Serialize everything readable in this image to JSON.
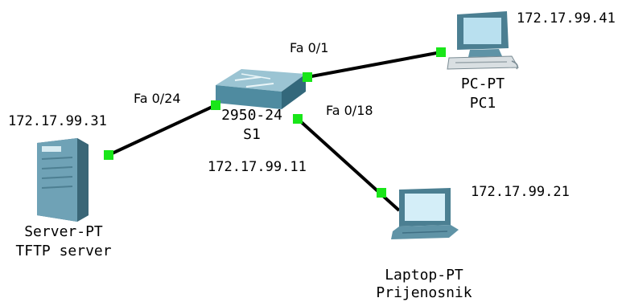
{
  "devices": {
    "server": {
      "type": "Server-PT",
      "name": "TFTP server",
      "ip": "172.17.99.31",
      "icon": "server-icon"
    },
    "switch": {
      "type": "2950-24",
      "name": "S1",
      "ip": "172.17.99.11",
      "icon": "switch-icon"
    },
    "pc": {
      "type": "PC-PT",
      "name": "PC1",
      "ip": "172.17.99.41",
      "icon": "pc-icon"
    },
    "laptop": {
      "type": "Laptop-PT",
      "name": "Prijenosnik",
      "ip": "172.17.99.21",
      "icon": "laptop-icon"
    }
  },
  "links": [
    {
      "from": "server",
      "to": "switch",
      "port_label": "Fa 0/24"
    },
    {
      "from": "switch",
      "to": "pc",
      "port_label": "Fa 0/1"
    },
    {
      "from": "switch",
      "to": "laptop",
      "port_label": "Fa 0/18"
    }
  ],
  "colors": {
    "link": "#000000",
    "link_endpoint": "#19e619",
    "device_fill": "#6f9fb3",
    "device_dark": "#3f6f84",
    "background": "#ffffff"
  }
}
